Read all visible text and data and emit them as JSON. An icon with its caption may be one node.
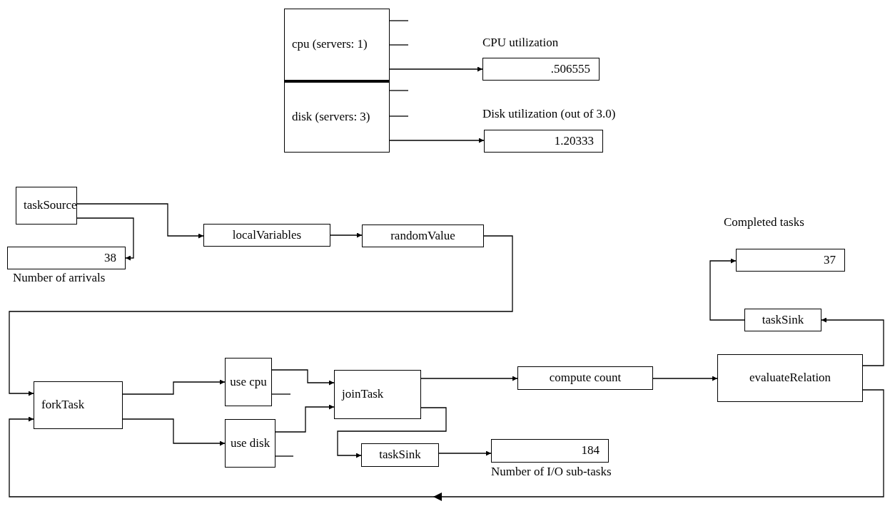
{
  "diagram": {
    "nodes": [
      {
        "text": [
          "cpu (servers: 1)"
        ]
      },
      {
        "text": [
          "disk (servers: 3)"
        ]
      },
      {
        "text": [
          ".506555"
        ],
        "beside": [
          "CPU utilization"
        ]
      },
      {
        "text": [
          "1.20333"
        ],
        "beside": [
          "Disk utilization (out of 3.0)"
        ]
      },
      {
        "text": [
          "taskSource"
        ]
      },
      {
        "text": [
          "38"
        ],
        "beside": [
          "Number of arrivals"
        ]
      },
      {
        "text": [
          "localVariables"
        ]
      },
      {
        "text": [
          "randomValue"
        ]
      },
      {
        "text": [
          "37"
        ],
        "beside": [
          "Completed tasks"
        ]
      },
      {
        "text": [
          "taskSink"
        ]
      },
      {
        "text": [
          "forkTask"
        ]
      },
      {
        "text": [
          "use cpu"
        ]
      },
      {
        "text": [
          "use disk"
        ]
      },
      {
        "text": [
          "joinTask"
        ]
      },
      {
        "text": [
          "compute count"
        ]
      },
      {
        "text": [
          "evaluateRelation"
        ]
      },
      {
        "text": [
          "taskSink"
        ]
      },
      {
        "text": [
          "184"
        ],
        "beside": [
          "Number of I/O sub-tasks"
        ]
      }
    ],
    "edges": [
      {
        "from": 0,
        "to": 2,
        "arrow": "to"
      },
      {
        "from": 1,
        "to": 3,
        "arrow": "to"
      },
      {
        "from": 4,
        "to": 6,
        "arrow": "to"
      },
      {
        "from": 4,
        "to": 5,
        "arrow": "to"
      },
      {
        "from": 6,
        "to": 7,
        "arrow": "to"
      },
      {
        "from": 7,
        "to": 10,
        "arrow": "to"
      },
      {
        "from": 10,
        "to": 11,
        "arrow": "to"
      },
      {
        "from": 10,
        "to": 12,
        "arrow": "to"
      },
      {
        "from": 11,
        "to": 13,
        "arrow": "to"
      },
      {
        "from": 12,
        "to": 13,
        "arrow": "to"
      },
      {
        "from": 13,
        "to": 14,
        "arrow": "to"
      },
      {
        "from": 13,
        "to": 16,
        "arrow": "to"
      },
      {
        "from": 16,
        "to": 17,
        "arrow": "to"
      },
      {
        "from": 14,
        "to": 15,
        "arrow": "to"
      },
      {
        "from": 15,
        "to": 9,
        "arrow": "to"
      },
      {
        "from": 9,
        "to": 8,
        "arrow": "to"
      },
      {
        "from": 15,
        "to": 10,
        "arrow": "to"
      }
    ]
  }
}
